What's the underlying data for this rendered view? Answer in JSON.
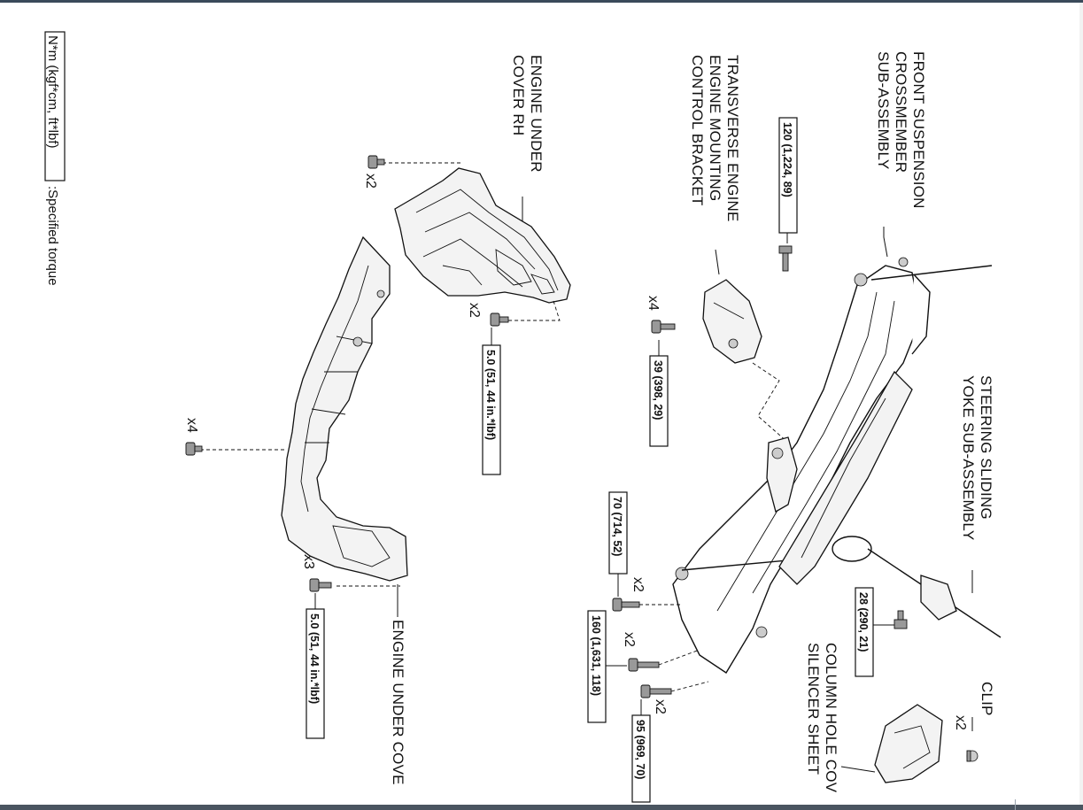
{
  "legend": {
    "unit_box": "N*m (kgf*cm, ft*lbf)",
    "suffix": ":Specified torque"
  },
  "parts": {
    "front_suspension_crossmember": [
      "FRONT SUSPENSION",
      "CROSSMEMBER",
      "SUB-ASSEMBLY"
    ],
    "transverse_bracket": [
      "TRANSVERSE ENGINE",
      "ENGINE MOUNTING",
      "CONTROL BRACKET"
    ],
    "engine_under_cover_rh": [
      "ENGINE UNDER",
      "COVER RH"
    ],
    "steering_yoke": [
      "STEERING SLIDING",
      "YOKE SUB-ASSEMBLY"
    ],
    "column_hole_cover": [
      "COLUMN HOLE COV",
      "SILENCER SHEET"
    ],
    "clip": "CLIP",
    "engine_under_cover": "ENGINE UNDER COVE"
  },
  "torques": {
    "t120": "120 (1,224, 89)",
    "t39": "39 (398, 29)",
    "t5_rh": "5.0 (51, 44 in.*lbf)",
    "t5_cover": "5.0 (51, 44 in.*lbf)",
    "t70": "70 (714, 52)",
    "t160": "160 (1,631, 118)",
    "t95": "95 (969, 70)",
    "t28": "28 (290, 21)"
  },
  "quantities": {
    "q_rh_top": "x2",
    "q_rh_bottom": "x2",
    "q_cover_left": "x4",
    "q_cover_bottom": "x3",
    "q_bracket": "x4",
    "q_70": "x2",
    "q_160": "x2",
    "q_95": "x2",
    "q_clip": "x2"
  }
}
